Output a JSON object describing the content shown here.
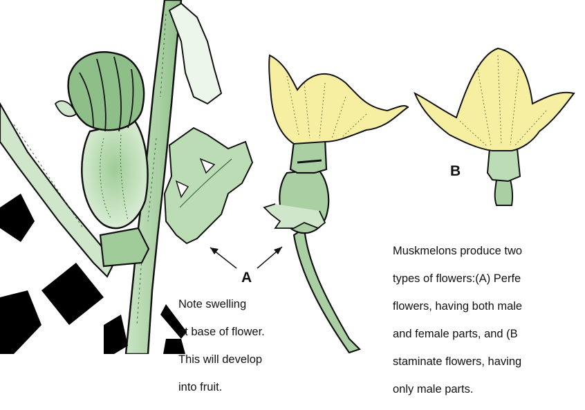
{
  "labels": {
    "a": "A",
    "b": "B"
  },
  "note_lines": [
    "Note swelling",
    "at base of flower.",
    "This will develop",
    "into fruit."
  ],
  "caption_lines": [
    "Muskmelons produce two",
    "types of flowers:(A) Perfe",
    "flowers, having both male",
    "and female parts, and (B",
    "staminate flowers, having",
    "only male parts."
  ],
  "colors": {
    "stem_green": "#a9cfa3",
    "dark_green": "#6fa66a",
    "petal_yellow": "#f6eea0",
    "ink": "#111111"
  }
}
